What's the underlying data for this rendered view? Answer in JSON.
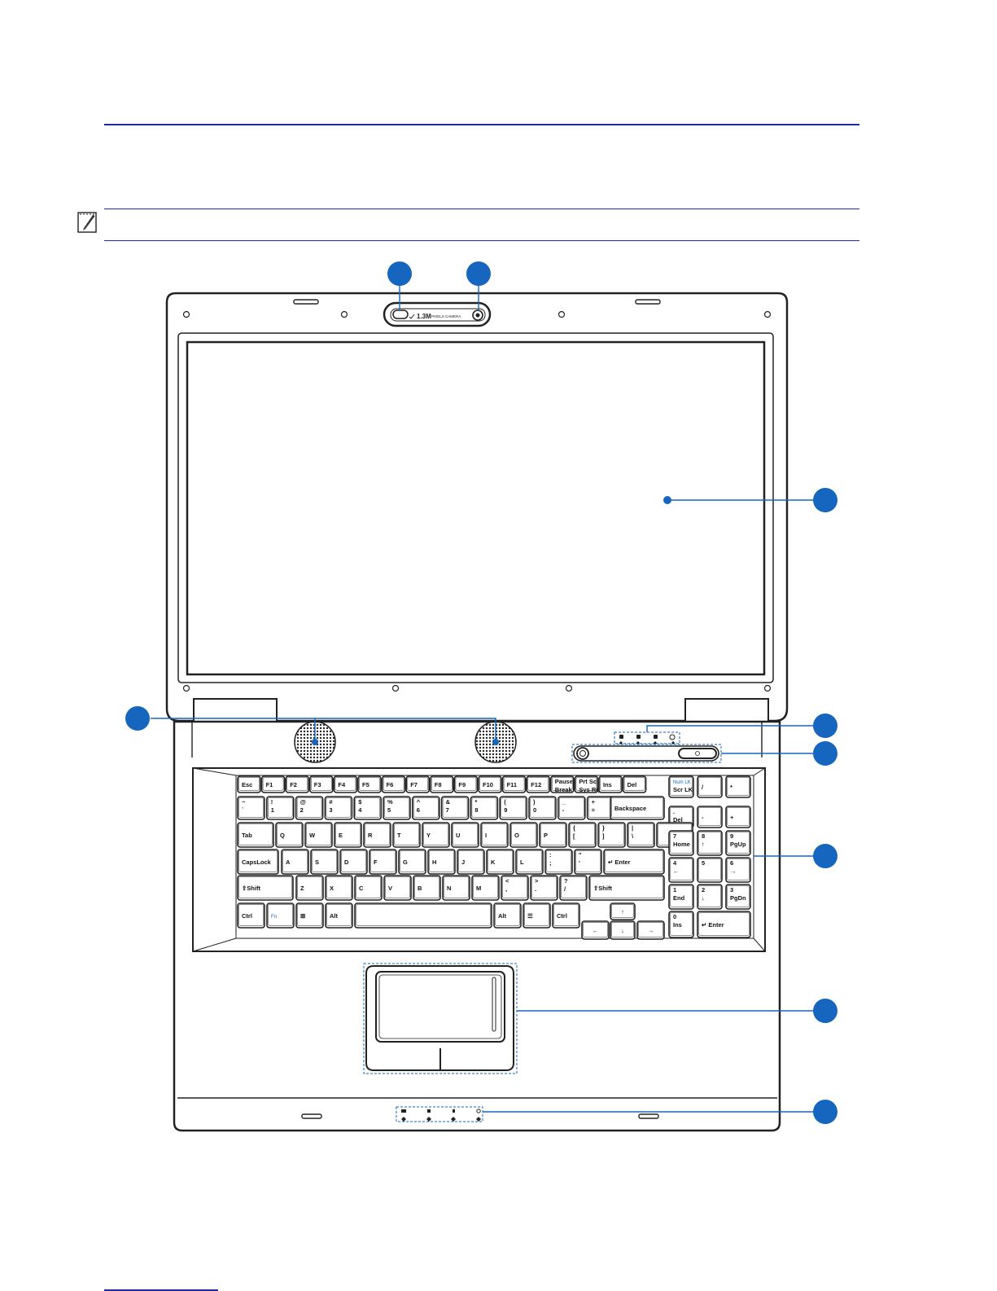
{
  "camera": {
    "label": "1.3M",
    "sublabel": "PIXELS CAMERA"
  },
  "keyboard": {
    "fn_row": [
      "Esc",
      "F1",
      "F2",
      "F3",
      "F4",
      "F5",
      "F6",
      "F7",
      "F8",
      "F9",
      "F10",
      "F11",
      "F12",
      "Pause\nBreak",
      "Prt Sc\nSys Rq",
      "Ins",
      "Del"
    ],
    "number_row": [
      [
        "~",
        "`"
      ],
      [
        "!",
        "1"
      ],
      [
        "@",
        "2"
      ],
      [
        "#",
        "3"
      ],
      [
        "$",
        "4"
      ],
      [
        "%",
        "5"
      ],
      [
        "^",
        "6"
      ],
      [
        "&",
        "7"
      ],
      [
        "*",
        "8"
      ],
      [
        "(",
        "9"
      ],
      [
        ")",
        "0"
      ],
      [
        "_",
        "-"
      ],
      [
        "+",
        "="
      ]
    ],
    "backspace": "Backspace",
    "tab": "Tab",
    "q_row": [
      "Q",
      "W",
      "E",
      "R",
      "T",
      "Y",
      "U",
      "I",
      "O",
      "P"
    ],
    "q_row_brackets": [
      [
        "{",
        "["
      ],
      [
        "}",
        "]"
      ],
      [
        "|",
        "\\"
      ]
    ],
    "capslock": "CapsLock",
    "a_row": [
      "A",
      "S",
      "D",
      "F",
      "G",
      "H",
      "J",
      "K",
      "L"
    ],
    "a_row_punct": [
      [
        ":",
        ";"
      ],
      [
        "\"",
        "'"
      ]
    ],
    "enter": "Enter",
    "shift": "Shift",
    "z_row": [
      "Z",
      "X",
      "C",
      "V",
      "B",
      "N",
      "M"
    ],
    "z_row_punct": [
      [
        "<",
        ","
      ],
      [
        ">",
        "."
      ],
      [
        "?",
        "/"
      ]
    ],
    "ctrl": "Ctrl",
    "fn": "Fn",
    "alt": "Alt",
    "numpad": {
      "num_lk": "Num LK",
      "scr_lk": "Scr LK",
      "slash": "/",
      "star": "*",
      "dot_del": [
        ".",
        "Del"
      ],
      "minus": "-",
      "plus": "+",
      "r7": [
        "7",
        "Home"
      ],
      "r8": [
        "8",
        "↑"
      ],
      "r9": [
        "9",
        "PgUp"
      ],
      "r4": [
        "4",
        "←"
      ],
      "r5": [
        "5",
        ""
      ],
      "r6": [
        "6",
        "→"
      ],
      "r1": [
        "1",
        "End"
      ],
      "r2": [
        "2",
        "↓"
      ],
      "r3": [
        "3",
        "PgDn"
      ],
      "r0": [
        "0",
        "Ins"
      ],
      "enter": "Enter"
    }
  },
  "colors": {
    "rule": "#1b2aa8",
    "callout": "#1666bf"
  }
}
